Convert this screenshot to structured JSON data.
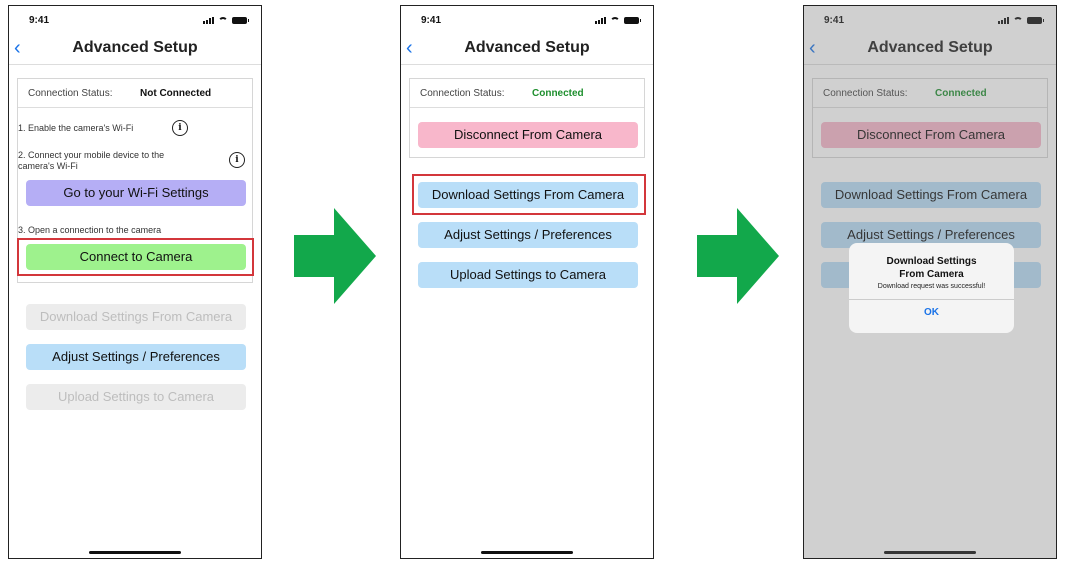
{
  "colors": {
    "arrow": "#12a84b",
    "highlight": "#d3363b",
    "connected_green": "#1e8f2e",
    "link_blue": "#1a73e8"
  },
  "icons": {
    "back": "‹",
    "info": "i"
  },
  "status_bar": {
    "time": "9:41"
  },
  "screens": [
    {
      "nav_title": "Advanced Setup",
      "connection_label": "Connection Status:",
      "connection_value": "Not Connected",
      "step1": "1. Enable the camera's Wi-Fi",
      "step2_line1": "2. Connect your mobile device to the",
      "step2_line2": "camera's Wi-Fi",
      "wifi_button": "Go to your Wi-Fi Settings",
      "step3": "3. Open a connection to the camera",
      "connect_button": "Connect to Camera",
      "download_button": "Download Settings From Camera",
      "adjust_button": "Adjust Settings / Preferences",
      "upload_button": "Upload Settings to Camera"
    },
    {
      "nav_title": "Advanced Setup",
      "connection_label": "Connection Status:",
      "connection_value": "Connected",
      "disconnect_button": "Disconnect From Camera",
      "download_button": "Download Settings From Camera",
      "adjust_button": "Adjust Settings / Preferences",
      "upload_button": "Upload Settings to Camera"
    },
    {
      "nav_title": "Advanced Setup",
      "connection_label": "Connection Status:",
      "connection_value": "Connected",
      "disconnect_button": "Disconnect From Camera",
      "download_button": "Download Settings From Camera",
      "adjust_button": "Adjust Settings / Preferences",
      "alert": {
        "title_line1": "Download Settings",
        "title_line2": "From Camera",
        "message": "Download request was successful!",
        "ok": "OK"
      }
    }
  ]
}
